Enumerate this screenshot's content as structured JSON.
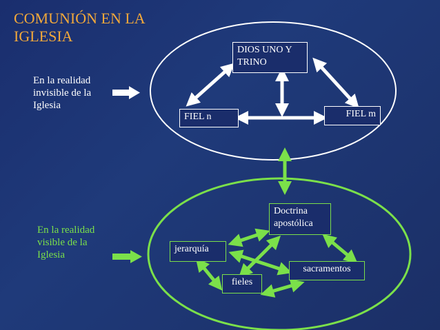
{
  "title": "COMUNIÓN EN LA IGLESIA",
  "invisible": {
    "label": "En la realidad invisible de la Iglesia",
    "nodes": {
      "dios": "DIOS UNO Y TRINO",
      "fiel_n": "FIEL n",
      "fiel_m": "FIEL m"
    }
  },
  "visible": {
    "label": "En la realidad visible de la Iglesia",
    "nodes": {
      "doctrina": "Doctrina apostólica",
      "jerarquia": "jerarquía",
      "sacramentos": "sacramentos",
      "fieles": "fieles"
    }
  },
  "colors": {
    "background": "#1f3a7a",
    "title": "#f2a83a",
    "white": "#ffffff",
    "green": "#7be04a"
  }
}
